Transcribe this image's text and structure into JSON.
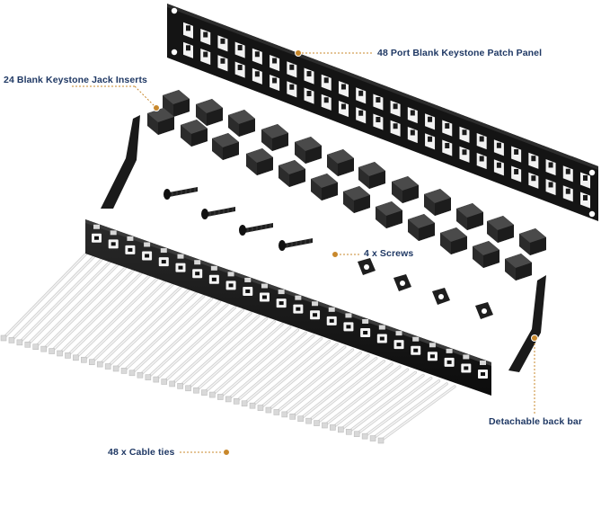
{
  "labels": {
    "patch_panel": "48 Port Blank Keystone Patch Panel",
    "jack_inserts": "24 Blank Keystone Jack Inserts",
    "screws": "4 x Screws",
    "back_bar": "Detachable back bar",
    "cable_ties": "48 x Cable ties"
  },
  "colors": {
    "label_text": "#1f3864",
    "callout_dot": "#c8882c",
    "leader_line": "#c8882c",
    "panel_body": "#141414",
    "panel_port": "#f2f2f2",
    "cable_tie": "#e6e6e6"
  }
}
